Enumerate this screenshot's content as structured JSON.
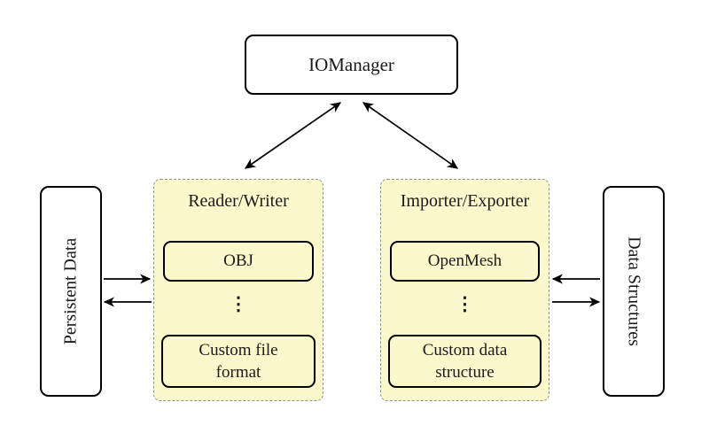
{
  "colors": {
    "group_fill": "#FBF8CC",
    "group_border": "#8f8f8f",
    "node_fill": "#ffffff",
    "node_border": "#000000"
  },
  "nodes": {
    "iomanager": {
      "label": "IOManager"
    },
    "persistent_data": {
      "label": "Persistent Data"
    },
    "data_structures": {
      "label": "Data Structures"
    },
    "reader_writer": {
      "title": "Reader/Writer",
      "items": [
        {
          "label": "OBJ"
        },
        {
          "label": "⋮"
        },
        {
          "label": "Custom file format"
        }
      ]
    },
    "importer_exporter": {
      "title": "Importer/Exporter",
      "items": [
        {
          "label": "OpenMesh"
        },
        {
          "label": "⋮"
        },
        {
          "label": "Custom data structure"
        }
      ]
    }
  }
}
